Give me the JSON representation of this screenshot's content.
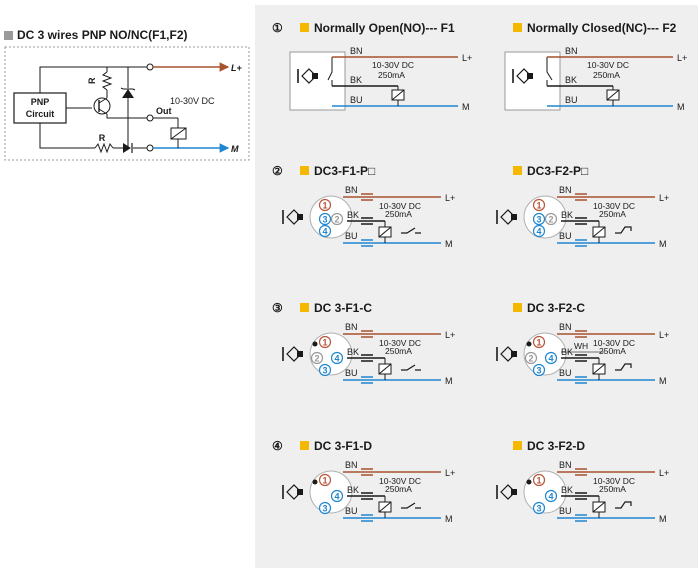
{
  "colors": {
    "panel_bg": "#efefef",
    "brown_wire": "#a8522f",
    "blue_wire": "#1f86cf",
    "grey_wire": "#9a9a9a",
    "orange_marker": "#f5b800",
    "pin_brown": "#b8553a",
    "pin_blue": "#1f86cf"
  },
  "left_panel": {
    "title": "DC 3 wires PNP NO/NC(F1,F2)",
    "block_label_line1": "PNP",
    "block_label_line2": "Circuit",
    "resistor_label": "R",
    "resistor_label_2": "R",
    "output_label": "Out",
    "voltage": "10-30V DC",
    "plus_terminal": "L+",
    "minus_terminal": "M"
  },
  "common": {
    "bn": "BN",
    "bk": "BK",
    "bu": "BU",
    "wh": "WH",
    "l_plus": "L+",
    "m": "M",
    "voltage": "10-30V DC",
    "current": "250mA"
  },
  "sections": [
    {
      "number": "①",
      "left_title": "Normally Open(NO)--- F1",
      "right_title": "Normally Closed(NC)--- F2"
    },
    {
      "number": "②",
      "left_title": "DC3-F1-P□",
      "right_title": "DC3-F2-P□",
      "pins_left": [
        "1",
        "2",
        "3",
        "4"
      ],
      "pins_right": [
        "1",
        "2",
        "3",
        "4"
      ]
    },
    {
      "number": "③",
      "left_title": "DC 3-F1-C",
      "right_title": "DC 3-F2-C",
      "pins_left": [
        "1",
        "2",
        "3",
        "4"
      ],
      "pins_right": [
        "1",
        "2",
        "3",
        "4"
      ]
    },
    {
      "number": "④",
      "left_title": "DC 3-F1-D",
      "right_title": "DC 3-F2-D",
      "pins_left": [
        "1",
        "3",
        "4"
      ],
      "pins_right": [
        "1",
        "3",
        "4"
      ]
    }
  ]
}
